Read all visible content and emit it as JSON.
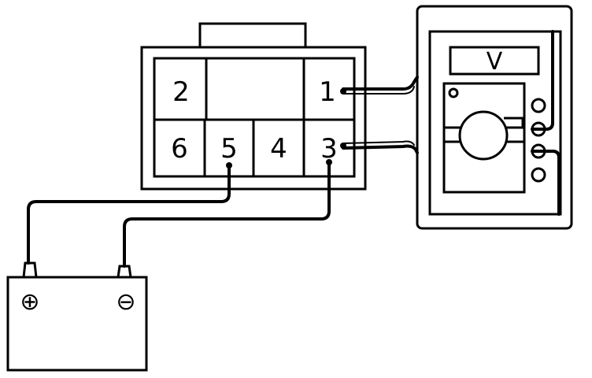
{
  "connector": {
    "pins": [
      "1",
      "2",
      "3",
      "4",
      "5",
      "6"
    ]
  },
  "meter": {
    "display": "V"
  },
  "battery": {
    "positive_symbol": "⊕",
    "negative_symbol": "⊖"
  }
}
